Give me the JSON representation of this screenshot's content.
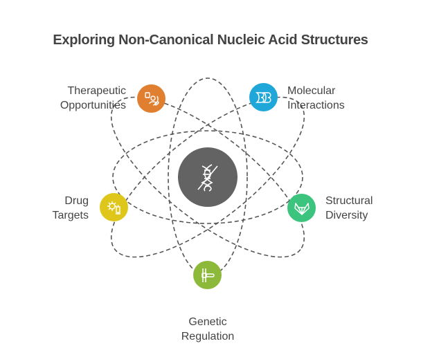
{
  "title": "Exploring Non-Canonical Nucleic Acid Structures",
  "center": {
    "icon": "dna-crossed-icon",
    "color": "#636363"
  },
  "items": [
    {
      "line1": "Therapeutic",
      "line2": "Opportunities",
      "icon": "patient-therapy-icon",
      "color": "#E07F2F"
    },
    {
      "line1": "Molecular",
      "line2": "Interactions",
      "icon": "interlocking-molecules-icon",
      "color": "#1FA7D9"
    },
    {
      "line1": "Drug",
      "line2": "Targets",
      "icon": "virus-syringe-icon",
      "color": "#DEC71A"
    },
    {
      "line1": "Structural",
      "line2": "Diversity",
      "icon": "geometric-fox-icon",
      "color": "#3CC47E"
    },
    {
      "line1": "Genetic",
      "line2": "Regulation",
      "icon": "gene-switch-icon",
      "color": "#8DB93A"
    }
  ]
}
